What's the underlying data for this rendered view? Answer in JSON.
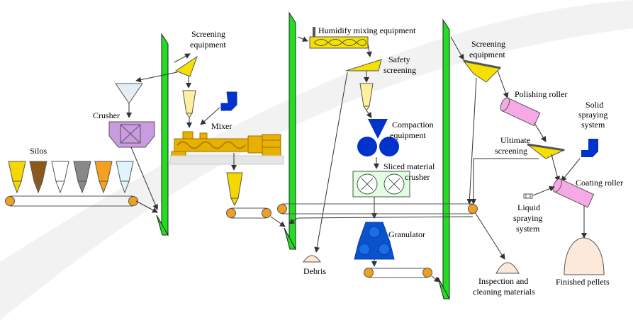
{
  "labels": {
    "screening_1": [
      "Screening",
      "equipment"
    ],
    "crusher": "Crusher",
    "silos": "Silos",
    "mixer": "Mixer",
    "humidify": "Humidify mixing equipment",
    "safety": [
      "Safety",
      "screening"
    ],
    "compaction": [
      "Compaction",
      "equipment"
    ],
    "sliced": [
      "Sliced material",
      "crusher"
    ],
    "granulator": "Granulator",
    "debris": "Debris",
    "screening_2": [
      "Screening",
      "equipment"
    ],
    "polishing": "Polishing roller",
    "solid": [
      "Solid",
      "spraying",
      "system"
    ],
    "ultimate": [
      "Ultimate",
      "screening"
    ],
    "coating": "Coating roller",
    "liquid": [
      "Liquid",
      "spraying",
      "system"
    ],
    "inspection": [
      "Inspection and",
      "cleaning materials"
    ],
    "finished": "Finished pellets"
  },
  "colors": {
    "elevator": "#22dd22",
    "hopper": "#fff0a0",
    "screen": "#f5e000",
    "crusher": "#c99be0",
    "mixer": "#e8b000",
    "conveyor_roller": "#f0a020",
    "blue": "#0033cc",
    "panel": "#e0ffe0",
    "pink": "#f7a8e6",
    "pile": "#fde9da",
    "silos": [
      "#f5d800",
      "#8b5a1a",
      "#ffffff",
      "#888888",
      "#f5a020",
      "#dff4fb"
    ]
  }
}
